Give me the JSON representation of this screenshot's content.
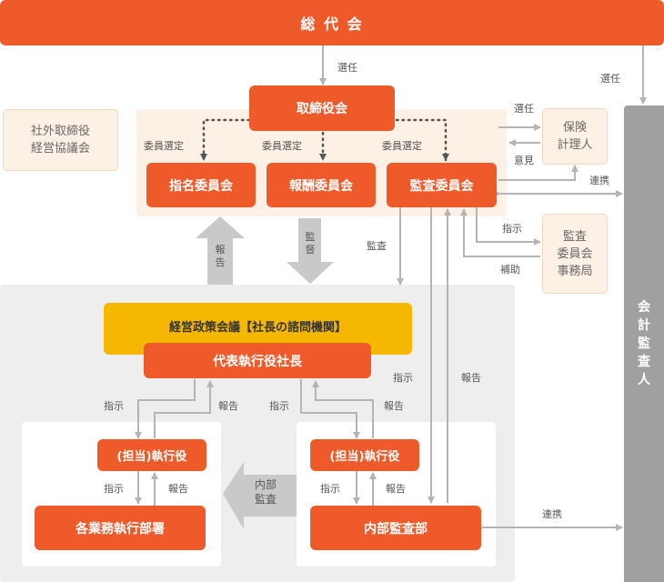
{
  "nodes": {
    "general_meeting": "総 代 会",
    "board": "取締役会",
    "nominating": "指名委員会",
    "compensation": "報酬委員会",
    "audit_committee": "監査委員会",
    "outside_council": "社外取締役\n経営協議会",
    "insurance_actuary": "保険\n計理人",
    "audit_secretariat": "監査\n委員会\n事務局",
    "accounting_auditor": "会計監査人",
    "policy_council": "経営政策会議【社長の諮問機関】",
    "president": "代表執行役社長",
    "exec_officer_left": "(担当)執行役",
    "exec_officer_right": "(担当)執行役",
    "business_depts": "各業務執行部署",
    "internal_audit_dept": "内部監査部"
  },
  "labels": {
    "elect_board": "選任",
    "elect_auditor": "選任",
    "member_select_1": "委員選定",
    "member_select_2": "委員選定",
    "member_select_3": "委員選定",
    "elect_actuary": "選任",
    "opinion": "意見",
    "cooperation_top": "連携",
    "instruction_secretariat": "指示",
    "assistance": "補助",
    "report_up": "報告",
    "supervision_down": "監督",
    "audit": "監査",
    "instruction_audit": "指示",
    "report_audit": "報告",
    "instruction_left": "指示",
    "report_left": "報告",
    "instruction_right": "指示",
    "report_right": "報告",
    "instruction_left_low": "指示",
    "report_left_low": "報告",
    "instruction_right_low": "指示",
    "report_right_low": "報告",
    "internal_audit_arrow": "内部\n監査",
    "cooperation_bottom": "連携"
  },
  "colors": {
    "accent_orange": "#ee5a2a",
    "highlight_yellow": "#f5b700",
    "panel_peach": "#fdf1e5",
    "panel_gray": "#eeeeee",
    "auditor_gray": "#a0a0a0",
    "arrow_gray": "#b4b4b4"
  }
}
